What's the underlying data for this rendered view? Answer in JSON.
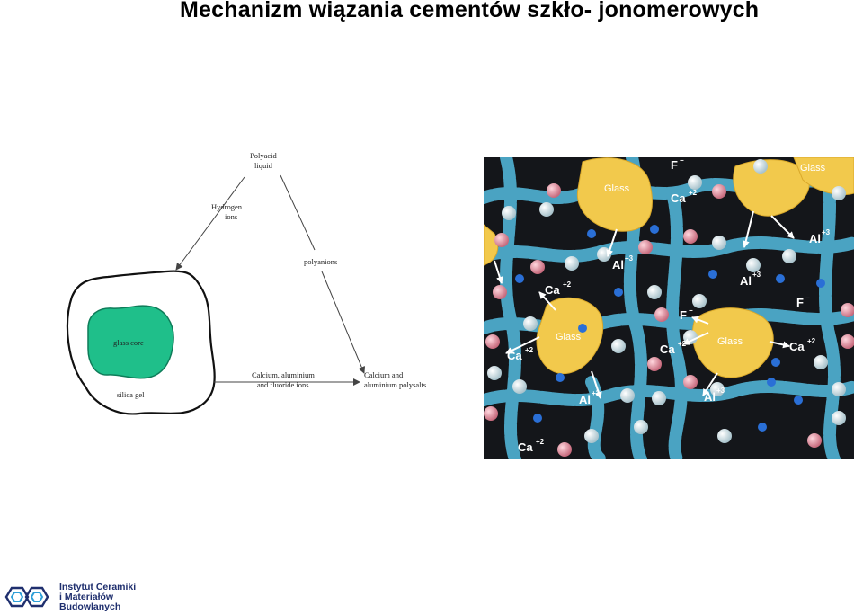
{
  "title": "Mechanizm wiązania cementów szkło- jonomerowych",
  "diagram": {
    "polyacid_1": "Polyacid",
    "polyacid_2": "liquid",
    "hydrogen_1": "Hydrogen",
    "hydrogen_2": "ions",
    "polyanions": "polyanions",
    "glass_core": "glass core",
    "silica_gel": "silica gel",
    "ca_al_1": "Calcium, aluminium",
    "ca_al_2": "and fluoride ions",
    "polysalts_1": "Calcium and",
    "polysalts_2": "aluminium polysalts",
    "colors": {
      "glass_core": "#1fbf8a",
      "arrow": "#444444"
    }
  },
  "illustration": {
    "glass_label": "Glass",
    "ca": "Ca",
    "ca_charge": "+2",
    "al": "Al",
    "al_charge": "+3",
    "f": "F",
    "f_charge": "−",
    "colors": {
      "background": "#14161a",
      "glass": "#f2c94c",
      "chain": "#4aa3c2",
      "ion_blue": "#2a6fd6",
      "ion_pink": "#e89aa8",
      "ion_white": "#e6eef2"
    }
  },
  "logo": {
    "line1": "Instytut Ceramiki",
    "line2": "i Materiałów",
    "line3": "Budowlanych",
    "icon": "hexagon-chain-icon"
  }
}
